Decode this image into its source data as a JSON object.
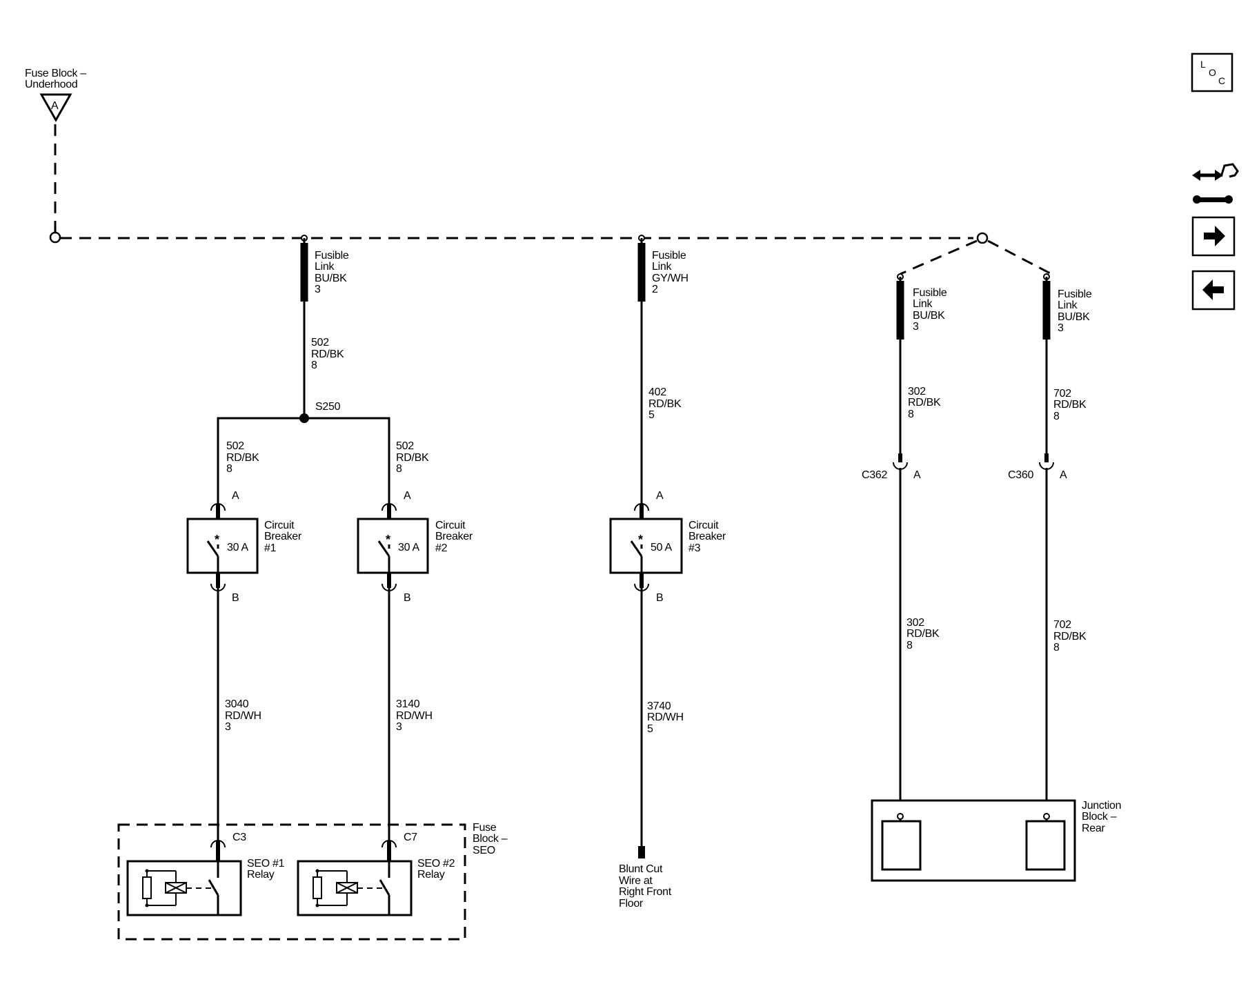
{
  "source": {
    "line1": "Fuse Block –",
    "line2": "Underhood",
    "symbol": "A"
  },
  "fusible_links": [
    {
      "line1": "Fusible",
      "line2": "Link",
      "line3": "BU/BK",
      "line4": "3"
    },
    {
      "line1": "Fusible",
      "line2": "Link",
      "line3": "GY/WH",
      "line4": "2"
    },
    {
      "line1": "Fusible",
      "line2": "Link",
      "line3": "BU/BK",
      "line4": "3"
    },
    {
      "line1": "Fusible",
      "line2": "Link",
      "line3": "BU/BK",
      "line4": "3"
    }
  ],
  "splice": "S250",
  "wires": {
    "feed_502": [
      "502",
      "RD/BK",
      "8"
    ],
    "left_502": [
      "502",
      "RD/BK",
      "8"
    ],
    "right_502": [
      "502",
      "RD/BK",
      "8"
    ],
    "feed_402": [
      "402",
      "RD/BK",
      "5"
    ],
    "upper_302": [
      "302",
      "RD/BK",
      "8"
    ],
    "upper_702": [
      "702",
      "RD/BK",
      "8"
    ],
    "w_3040": [
      "3040",
      "RD/WH",
      "3"
    ],
    "w_3140": [
      "3140",
      "RD/WH",
      "3"
    ],
    "w_3740": [
      "3740",
      "RD/WH",
      "5"
    ],
    "lower_302": [
      "302",
      "RD/BK",
      "8"
    ],
    "lower_702": [
      "702",
      "RD/BK",
      "8"
    ]
  },
  "breakers": [
    {
      "line1": "Circuit",
      "line2": "Breaker",
      "line3": "#1",
      "rating": "30 A",
      "pin_in": "A",
      "pin_out": "B"
    },
    {
      "line1": "Circuit",
      "line2": "Breaker",
      "line3": "#2",
      "rating": "30 A",
      "pin_in": "A",
      "pin_out": "B"
    },
    {
      "line1": "Circuit",
      "line2": "Breaker",
      "line3": "#3",
      "rating": "50 A",
      "pin_in": "A",
      "pin_out": "B"
    }
  ],
  "connectors": {
    "c362": {
      "name": "C362",
      "pin": "A"
    },
    "c360": {
      "name": "C360",
      "pin": "A"
    },
    "c3": "C3",
    "c7": "C7"
  },
  "fuse_block_seo": {
    "line1": "Fuse",
    "line2": "Block –",
    "line3": "SEO"
  },
  "relays": [
    {
      "line1": "SEO #1",
      "line2": "Relay"
    },
    {
      "line1": "SEO #2",
      "line2": "Relay"
    }
  ],
  "blunt_cut": {
    "line1": "Blunt Cut",
    "line2": "Wire at",
    "line3": "Right Front",
    "line4": "Floor"
  },
  "junction_block": {
    "line1": "Junction",
    "line2": "Block –",
    "line3": "Rear"
  },
  "nav": {
    "loc_l": "L",
    "loc_o": "O",
    "loc_c": "C"
  }
}
